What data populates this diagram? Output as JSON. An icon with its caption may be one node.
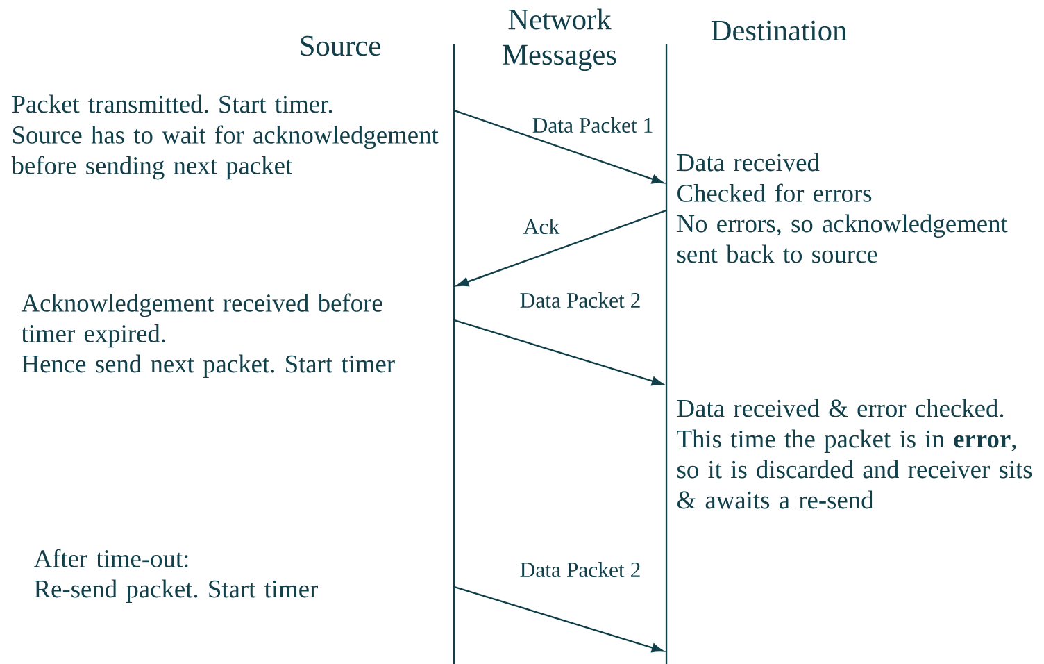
{
  "diagram": {
    "nodes": [
      {
        "text": [],
        "shape": "line"
      },
      {
        "text": [],
        "shape": "line"
      }
    ],
    "edges": [
      {
        "from": 0,
        "to": 1,
        "arrow": "to",
        "label": "Data Packet 1"
      },
      {
        "from": 1,
        "to": 0,
        "arrow": "to",
        "label": "Ack"
      },
      {
        "from": 0,
        "to": 1,
        "arrow": "to",
        "label": "Data Packet 2"
      },
      {
        "from": 0,
        "to": 1,
        "arrow": "to",
        "label": "Data Packet 2"
      }
    ],
    "labels": [
      "Source",
      "Network Messages",
      "Destination",
      "Packet transmitted. Start timer.",
      "Source has to wait for acknowledgement before sending next packet",
      "Data received",
      "Checked for errors",
      "No errors, so acknowledgement sent back to source",
      "Acknowledgement received before timer expired.",
      "Hence send next packet. Start timer",
      "Data received & error checked.",
      "This time the packet is in **error**, so it is discarded and receiver sits & awaits a re-send",
      "After time-out:",
      "Re-send packet. Start timer"
    ]
  }
}
